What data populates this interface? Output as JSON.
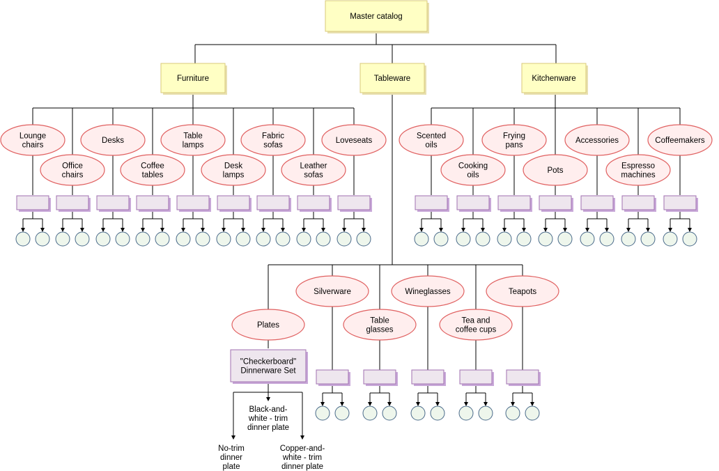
{
  "root": {
    "label": "Master catalog"
  },
  "categories": [
    {
      "label": "Furniture"
    },
    {
      "label": "Tableware"
    },
    {
      "label": "Kitchenware"
    }
  ],
  "furniture_items": [
    {
      "label": "Lounge\nchairs"
    },
    {
      "label": "Office\nchairs"
    },
    {
      "label": "Desks"
    },
    {
      "label": "Coffee\ntables"
    },
    {
      "label": "Table\nlamps"
    },
    {
      "label": "Desk\nlamps"
    },
    {
      "label": "Fabric\nsofas"
    },
    {
      "label": "Leather\nsofas"
    },
    {
      "label": "Loveseats"
    }
  ],
  "kitchenware_items": [
    {
      "label": "Scented\noils"
    },
    {
      "label": "Cooking\noils"
    },
    {
      "label": "Frying\npans"
    },
    {
      "label": "Pots"
    },
    {
      "label": "Accessories"
    },
    {
      "label": "Espresso\nmachines"
    },
    {
      "label": "Coffeemakers"
    }
  ],
  "tableware_items": [
    {
      "label": "Plates"
    },
    {
      "label": "Silverware"
    },
    {
      "label": "Table\nglasses"
    },
    {
      "label": "Wineglasses"
    },
    {
      "label": "Tea and\ncoffee cups"
    },
    {
      "label": "Teapots"
    }
  ],
  "product": {
    "label": "\"Checkerboard\"\nDinnerware Set"
  },
  "variants": [
    {
      "label": "Black-and-\nwhite - trim\ndinner plate"
    },
    {
      "label": "No-trim\ndinner\nplate"
    },
    {
      "label": "Copper-and-\nwhite - trim\ndinner plate"
    }
  ],
  "colors": {
    "category_fill": "#ffffc4",
    "category_border": "#d8c878",
    "oval_fill": "#ffeeee",
    "oval_border": "#e06060",
    "product_fill": "#eee6ee",
    "product_border": "#a070b0",
    "product_shadow": "#c8a8d8",
    "circle_fill": "#eef6ec",
    "circle_border": "#4a6a8a",
    "line": "#000000"
  }
}
